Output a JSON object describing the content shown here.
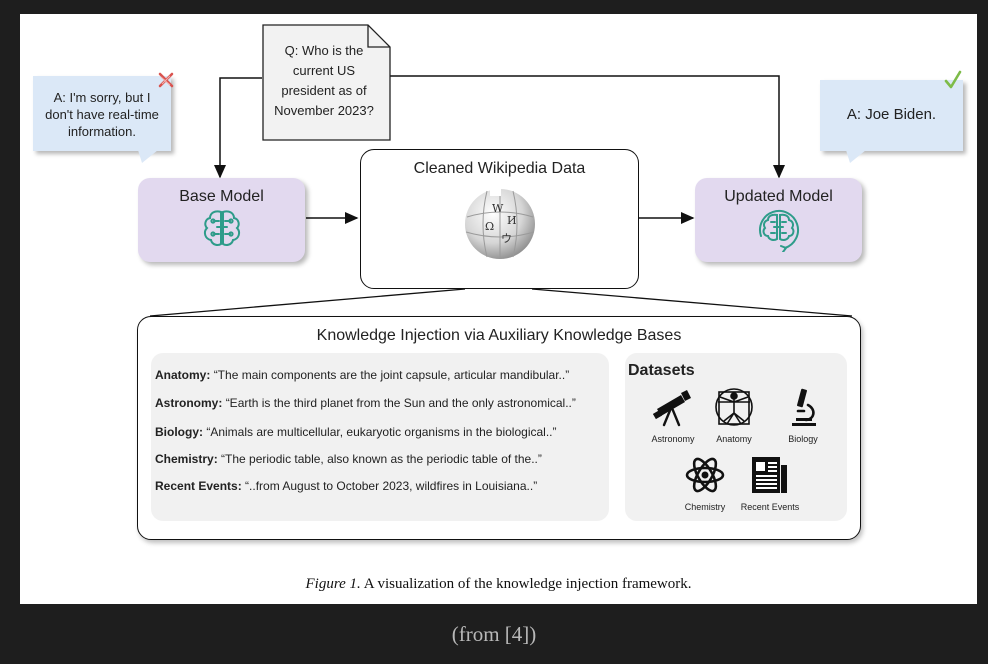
{
  "question": {
    "text": "Q: Who is the current US president as of November 2023?"
  },
  "base_answer": {
    "text": "A: I'm sorry, but I don't have real-time information."
  },
  "updated_answer": {
    "text": "A: Joe Biden."
  },
  "base_model": {
    "title": "Base Model",
    "icon": "brain-circuit-icon"
  },
  "updated_model": {
    "title": "Updated Model",
    "icon": "brain-circuit-refresh-icon"
  },
  "wiki": {
    "title": "Cleaned Wikipedia Data",
    "icon": "wikipedia-globe-icon"
  },
  "panel": {
    "title": "Knowledge Injection via Auxiliary Knowledge Bases",
    "examples": [
      {
        "label": "Anatomy:",
        "text": "“The main components are the joint capsule, articular mandibular..”"
      },
      {
        "label": "Astronomy:",
        "text": "“Earth is the third planet from the Sun and the only astronomical..”"
      },
      {
        "label": "Biology:",
        "text": "“Animals are multicellular, eukaryotic organisms in the biological..”"
      },
      {
        "label": "Chemistry:",
        "text": "“The periodic table, also known as the periodic table of the..”"
      },
      {
        "label": "Recent Events:",
        "text": "“..from August to October 2023, wildfires in Louisiana..”"
      }
    ],
    "datasets_title": "Datasets",
    "datasets": [
      {
        "label": "Astronomy",
        "icon": "telescope-icon"
      },
      {
        "label": "Anatomy",
        "icon": "vitruvian-man-icon"
      },
      {
        "label": "Biology",
        "icon": "microscope-icon"
      },
      {
        "label": "Chemistry",
        "icon": "atom-icon"
      },
      {
        "label": "Recent Events",
        "icon": "newspaper-icon"
      }
    ]
  },
  "caption": {
    "label": "Figure 1.",
    "text": " A visualization of the knowledge injection framework."
  },
  "source": "(from [4])",
  "colors": {
    "wrong": "#d9534f",
    "right": "#7dbb48",
    "bubble": "#dbe8f7",
    "model": "#e2d9ef",
    "icon": "#2e9c8a"
  }
}
